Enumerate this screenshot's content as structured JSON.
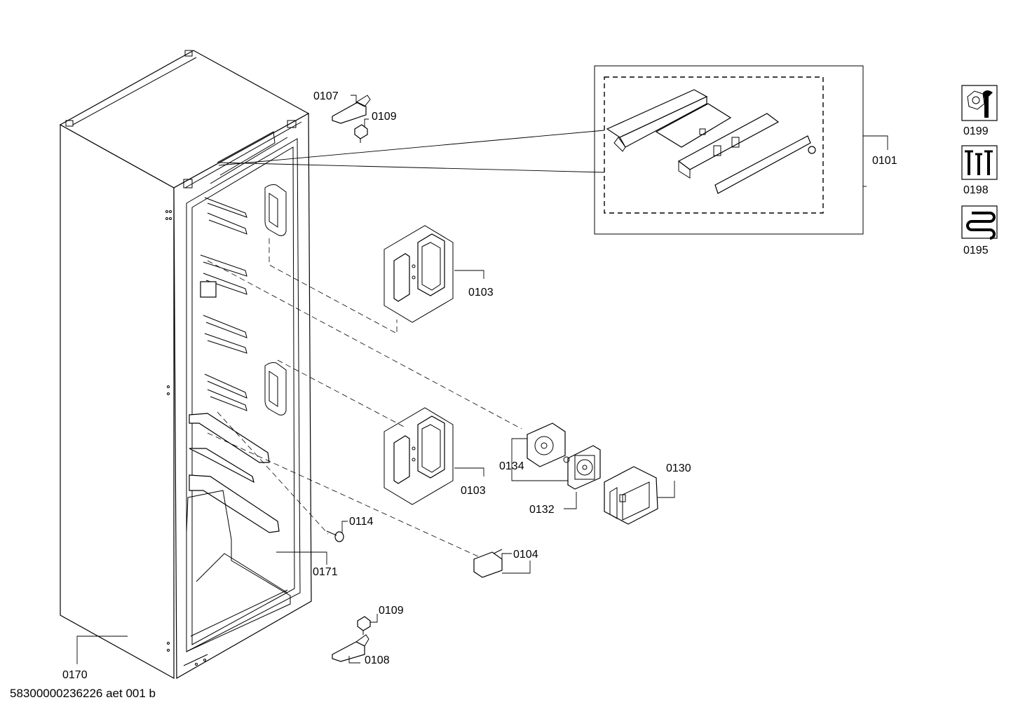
{
  "document_id": "58300000236226 aet 001 b",
  "callouts": {
    "c0101": "0101",
    "c0103a": "0103",
    "c0103b": "0103",
    "c0104": "0104",
    "c0107": "0107",
    "c0108": "0108",
    "c0109a": "0109",
    "c0109b": "0109",
    "c0114": "0114",
    "c0130": "0130",
    "c0132": "0132",
    "c0134": "0134",
    "c0170": "0170",
    "c0171": "0171"
  },
  "side_icons": [
    {
      "code": "0199",
      "icon": "hex-nut-wrench-icon"
    },
    {
      "code": "0198",
      "icon": "screws-icon"
    },
    {
      "code": "0195",
      "icon": "heating-coil-icon"
    }
  ]
}
